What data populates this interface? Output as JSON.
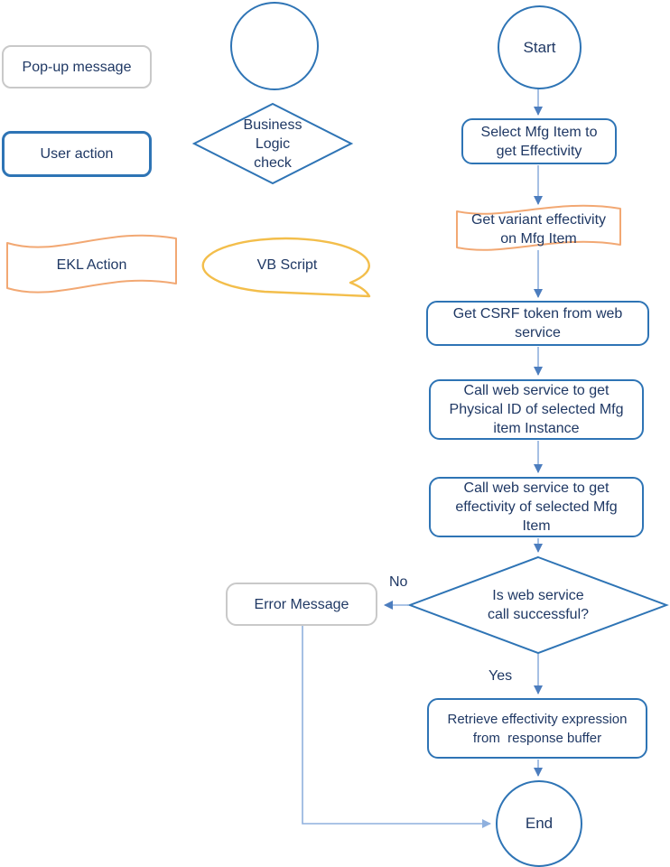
{
  "colors": {
    "shape_blue": "#2E74B5",
    "text_navy": "#1F3864",
    "legend_gray": "#C9C9C9",
    "tape_orange": "#F2A873",
    "callout_yellow": "#F3BE4B",
    "connector_blue": "#8FB0DE",
    "arrowhead_blue": "#4C7DBE"
  },
  "legend": {
    "popup_label": "Pop-up message",
    "user_action_label": "User action",
    "ekl_label": "EKL Action",
    "decision_label": "Business\nLogic\ncheck",
    "vb_label": "VB Script"
  },
  "flow": {
    "start_label": "Start",
    "select_label": "Select Mfg Item to\nget Effectivity",
    "variant_label": "Get variant effectivity\non Mfg Item",
    "csrf_label": "Get CSRF token from web\nservice",
    "physical_id_label": "Call web service to get\nPhysical ID of selected Mfg\nitem Instance",
    "effectivity_label": "Call web service to get\neffectivity of selected Mfg\nItem",
    "decision_label": "Is web service\ncall successful?",
    "no_label": "No",
    "yes_label": "Yes",
    "error_label": "Error Message",
    "retrieve_label": "Retrieve effectivity expression\nfrom  response buffer",
    "end_label": "End"
  }
}
